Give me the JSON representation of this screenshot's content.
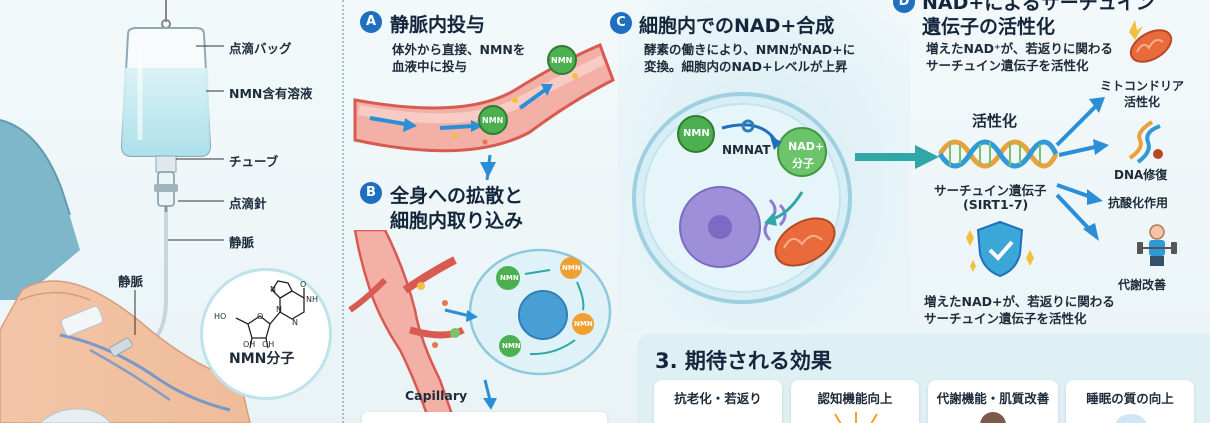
{
  "left_panel": {
    "labels": {
      "bag": "点滴バッグ",
      "solution": "NMN含有溶液",
      "tube": "チューブ",
      "needle": "点滴針",
      "vein": "静脈",
      "vein_arm": "静脈"
    },
    "molecule": {
      "label": "NMN分子",
      "atoms": [
        "HO",
        "O",
        "OH",
        "OH",
        "N",
        "NH",
        "O",
        "N",
        "N"
      ]
    }
  },
  "section_a": {
    "badge": "A",
    "title": "静脈内投与",
    "desc_lines": [
      "体外から直接、NMNを",
      "血液中に投与"
    ],
    "tokens": [
      "NMN",
      "NMN"
    ]
  },
  "section_b": {
    "badge": "B",
    "title_lines": [
      "全身への拡散と",
      "細胞内取り込み"
    ],
    "tokens": [
      "NMN",
      "NMN",
      "NMN",
      "NMN"
    ],
    "capillary": "Capillary"
  },
  "section_c": {
    "badge": "C",
    "title": "細胞内でのNAD+合成",
    "desc_lines": [
      "酵素の働きにより、NMNがNAD+に",
      "変換。細胞内のNAD+レベルが上昇"
    ],
    "nmn": "NMN",
    "enzyme": "NMNAT",
    "nad_lines": [
      "NAD+",
      "分子"
    ]
  },
  "section_d": {
    "badge": "D",
    "title_lines": [
      "NAD+によるサーチュイン",
      "遺伝子の活性化"
    ],
    "desc_lines": [
      "増えたNAD⁺が、若返りに関わる",
      "サーチュイン遺伝子を活性化"
    ],
    "activation": "活性化",
    "gene_lines": [
      "サーチュイン遺伝子",
      "(SIRT1-7)"
    ],
    "effects": {
      "mitochondria_lines": [
        "ミトコンドリア",
        "活性化"
      ],
      "dna": "DNA修復",
      "antioxidant": "抗酸化作用",
      "metabolism": "代謝改善"
    },
    "bottom_lines": [
      "増えたNAD+が、若返りに関わる",
      "サーチュイン遺伝子を活性化"
    ]
  },
  "section_3": {
    "title": "3. 期待される効果",
    "cards": [
      "抗老化・若返り",
      "認知機能向上",
      "代謝機能・肌質改善",
      "睡眠の質の向上"
    ]
  },
  "colors": {
    "accent_blue": "#1f6fbf",
    "arrow_blue": "#2a8fd6",
    "nmn_green": "#4caf50",
    "vessel_red": "#d85a50",
    "teal": "#2fa7a6"
  }
}
